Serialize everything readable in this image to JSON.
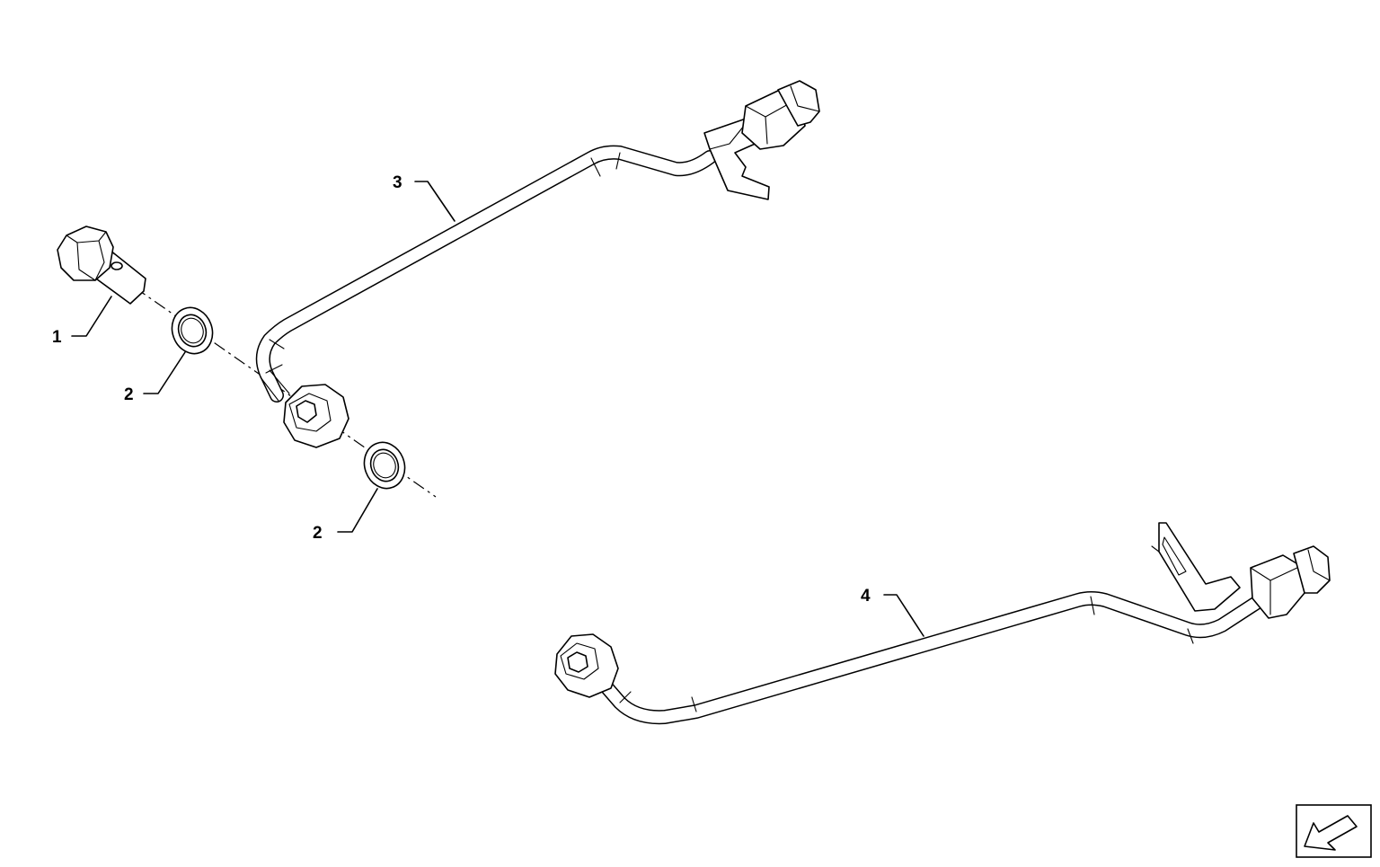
{
  "callouts": [
    {
      "id": "1",
      "label": "1"
    },
    {
      "id": "2a",
      "label": "2"
    },
    {
      "id": "2b",
      "label": "2"
    },
    {
      "id": "3",
      "label": "3"
    },
    {
      "id": "4",
      "label": "4"
    }
  ],
  "nav_icon": "arrow-down-left-icon"
}
